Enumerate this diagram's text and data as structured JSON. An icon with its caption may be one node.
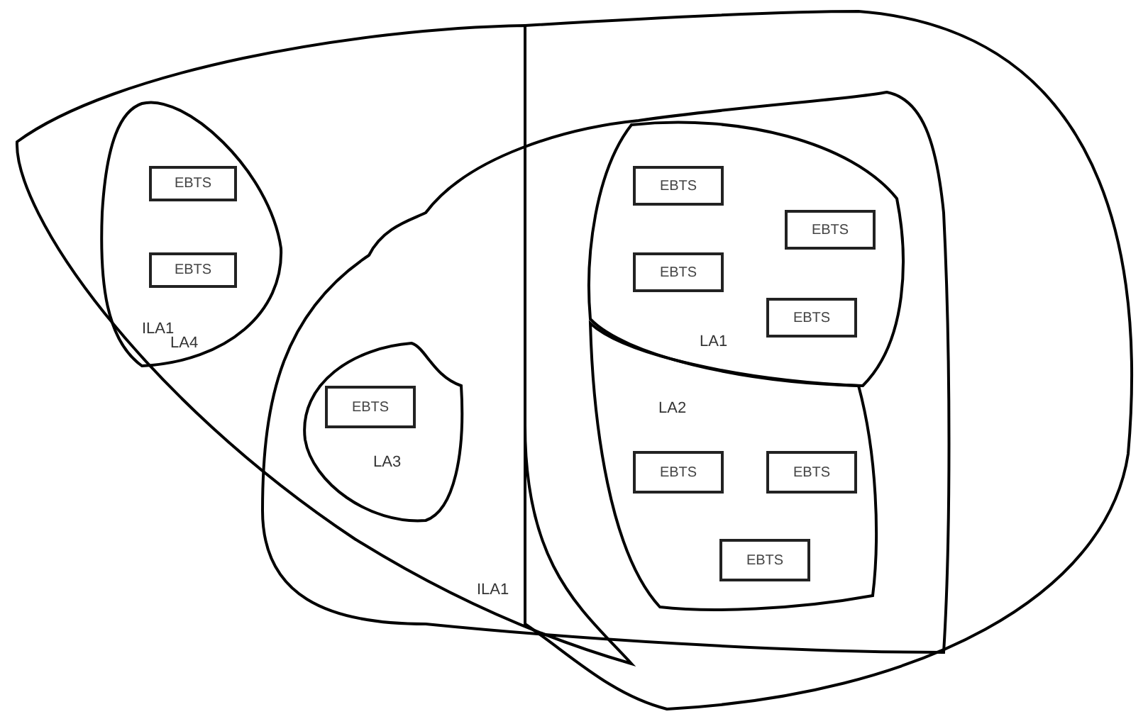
{
  "diagram": {
    "nodes": [
      {
        "text": [],
        "shape": "blob"
      },
      {
        "text": [
          "ILA1",
          "LA4"
        ],
        "in": 0
      },
      {
        "text": [
          "EBTS"
        ],
        "in": 1
      },
      {
        "text": [
          "EBTS"
        ],
        "in": 1
      },
      {
        "text": [],
        "shape": "blob"
      },
      {
        "text": [
          "ILA1"
        ]
      },
      {
        "text": [
          "LA3"
        ]
      },
      {
        "text": [
          "EBTS"
        ],
        "in": 6
      },
      {
        "text": [
          "LA1"
        ]
      },
      {
        "text": [
          "EBTS"
        ],
        "in": 8
      },
      {
        "text": [
          "EBTS"
        ],
        "in": 8
      },
      {
        "text": [
          "EBTS"
        ],
        "in": 8
      },
      {
        "text": [
          "EBTS"
        ],
        "in": 8
      },
      {
        "text": [
          "LA2"
        ]
      },
      {
        "text": [
          "EBTS"
        ],
        "in": 13
      },
      {
        "text": [
          "EBTS"
        ],
        "in": 13
      },
      {
        "text": [
          "EBTS"
        ],
        "in": 13
      }
    ],
    "edges": []
  }
}
